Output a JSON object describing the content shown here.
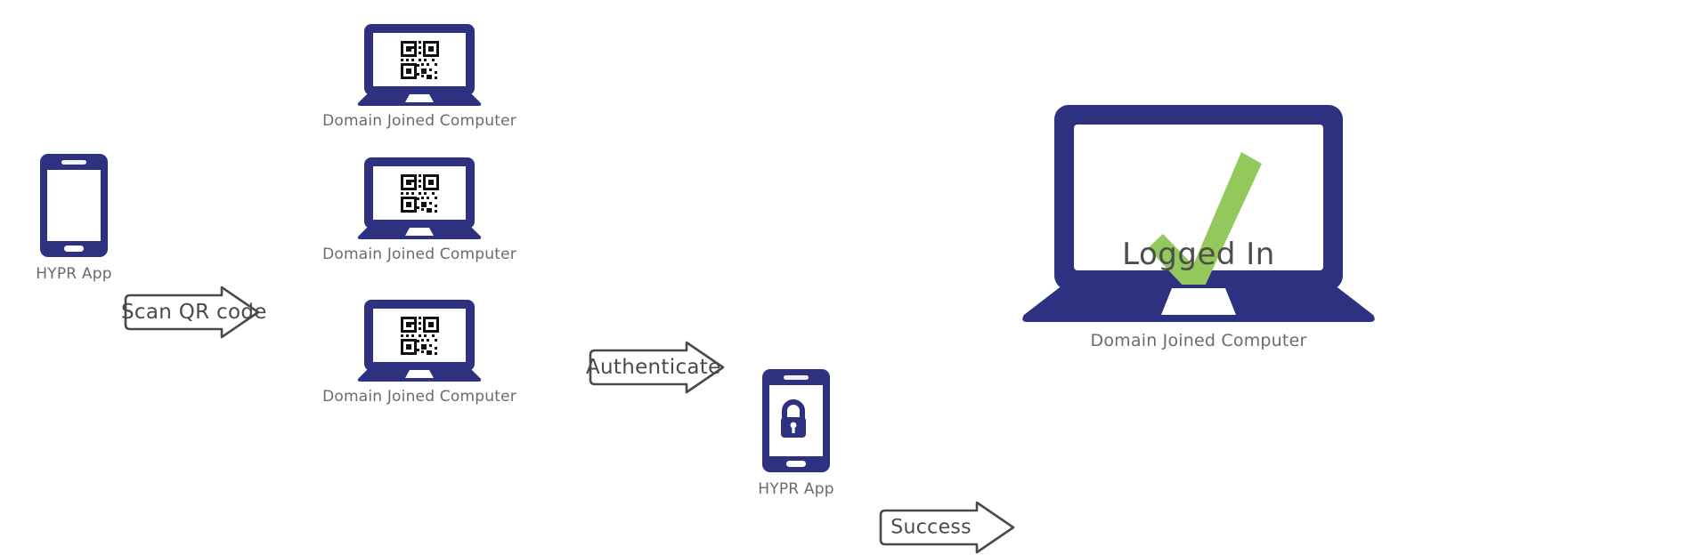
{
  "diagram": {
    "title": "HYPR QR code desktop authentication flow",
    "colors": {
      "navy": "#2e3180",
      "green": "#93c95c",
      "arrow_stroke": "#4a4a4a",
      "caption_text": "#6b6b6b",
      "screen": "#ffffff",
      "qr_dark": "#111111"
    }
  },
  "nodes": {
    "phone_start": {
      "label": "HYPR App",
      "icon": "smartphone-blank-screen-icon"
    },
    "computer_top": {
      "label": "Domain Joined Computer",
      "icon": "laptop-qr-code-icon"
    },
    "computer_middle": {
      "label": "Domain Joined Computer",
      "icon": "laptop-qr-code-icon"
    },
    "computer_bottom": {
      "label": "Domain Joined Computer",
      "icon": "laptop-qr-code-icon"
    },
    "phone_auth": {
      "label": "HYPR App",
      "icon": "smartphone-unlocked-padlock-icon"
    },
    "computer_logged_in": {
      "label": "Domain Joined Computer",
      "screen_text": "Logged In",
      "icon": "laptop-green-checkmark-icon"
    }
  },
  "arrows": {
    "scan": {
      "label": "Scan QR code"
    },
    "authenticate": {
      "label": "Authenticate"
    },
    "success": {
      "label": "Success"
    }
  }
}
